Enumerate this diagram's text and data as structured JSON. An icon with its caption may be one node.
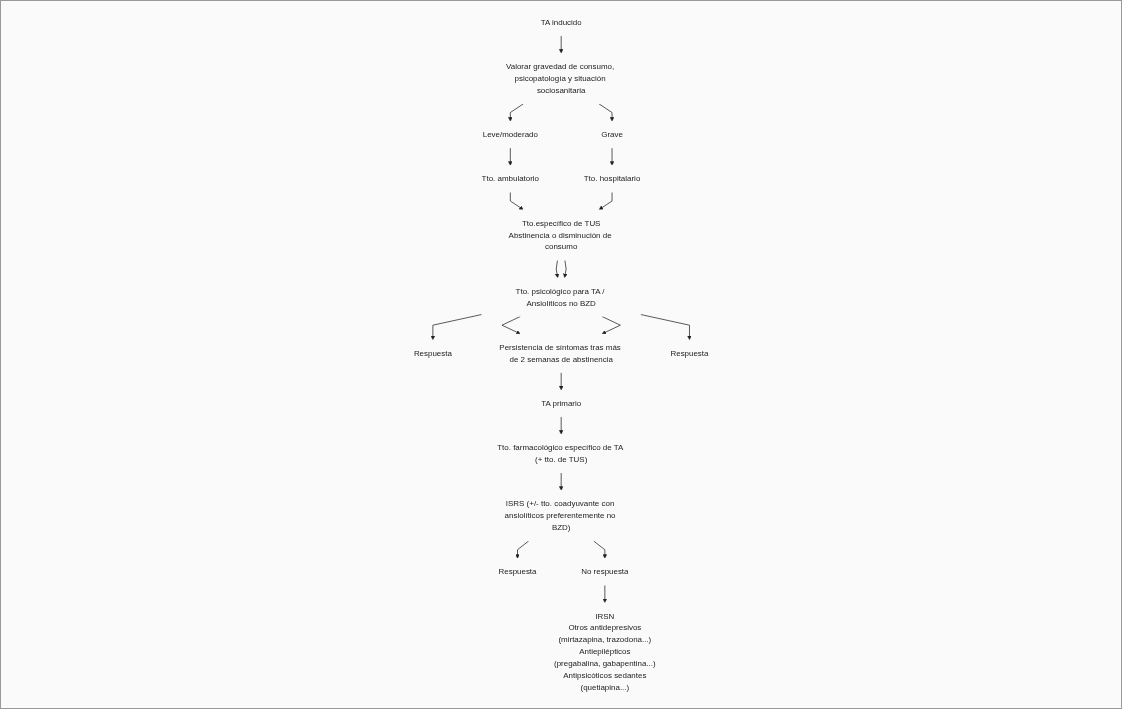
{
  "diagram": {
    "nodes": [
      {
        "text": [
          "TA inducido"
        ]
      },
      {
        "text": [
          "Valorar gravedad de consumo, psicopatología y situación sociosanitaria"
        ]
      },
      {
        "text": [
          "Leve/moderado"
        ]
      },
      {
        "text": [
          "Grave"
        ]
      },
      {
        "text": [
          "Tto. ambulatorio"
        ]
      },
      {
        "text": [
          "Tto. hospitalario"
        ]
      },
      {
        "text": [
          "Tto.específico de TUS",
          "Abstinencia o disminución de consumo"
        ]
      },
      {
        "text": [
          "Tto. psicológico para TA / Ansiolíticos no BZD"
        ]
      },
      {
        "text": [
          "Respuesta"
        ]
      },
      {
        "text": [
          "Persistencia de síntomas tras más de 2 semanas de abstinencia"
        ]
      },
      {
        "text": [
          "Respuesta"
        ]
      },
      {
        "text": [
          "TA primario"
        ]
      },
      {
        "text": [
          "Tto. farmacológico específico de TA (+ tto. de TUS)"
        ]
      },
      {
        "text": [
          "ISRS (+/- tto. coadyuvante con ansiolíticos preferentemente no BZD)"
        ]
      },
      {
        "text": [
          "Respuesta"
        ]
      },
      {
        "text": [
          "No respuesta"
        ]
      },
      {
        "text": [
          "IRSN",
          "Otros antidepresivos",
          "(mirtazapina, trazodona...)",
          "Antiepilépticos",
          "(pregabalina, gabapentina...)",
          "Antipsicóticos sedantes",
          "(quetiapina...)"
        ]
      }
    ],
    "edges": [
      {
        "from": 0,
        "to": 1,
        "arrow": "to"
      },
      {
        "from": 1,
        "to": 2,
        "arrow": "to"
      },
      {
        "from": 1,
        "to": 3,
        "arrow": "to"
      },
      {
        "from": 2,
        "to": 4,
        "arrow": "to"
      },
      {
        "from": 3,
        "to": 5,
        "arrow": "to"
      },
      {
        "from": 4,
        "to": 6,
        "arrow": "to"
      },
      {
        "from": 5,
        "to": 6,
        "arrow": "to"
      },
      {
        "from": 6,
        "to": 7,
        "arrow": "to"
      },
      {
        "from": 6,
        "to": 7,
        "arrow": "to"
      },
      {
        "from": 7,
        "to": 8,
        "arrow": "to"
      },
      {
        "from": 7,
        "to": 9,
        "arrow": "to"
      },
      {
        "from": 7,
        "to": 9,
        "arrow": "to"
      },
      {
        "from": 7,
        "to": 10,
        "arrow": "to"
      },
      {
        "from": 9,
        "to": 11,
        "arrow": "to"
      },
      {
        "from": 11,
        "to": 12,
        "arrow": "to"
      },
      {
        "from": 12,
        "to": 13,
        "arrow": "to"
      },
      {
        "from": 13,
        "to": 14,
        "arrow": "to"
      },
      {
        "from": 13,
        "to": 15,
        "arrow": "to"
      },
      {
        "from": 15,
        "to": 16,
        "arrow": "to"
      }
    ]
  }
}
